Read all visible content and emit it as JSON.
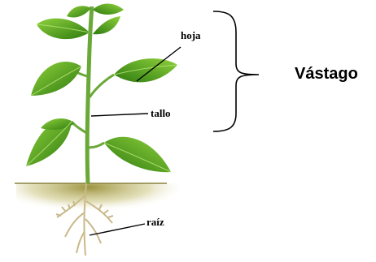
{
  "labels": {
    "leaf": "hoja",
    "stem": "tallo",
    "root": "raíz",
    "shoot": "Vástago"
  },
  "colors": {
    "leaf_dark": "#2f7a12",
    "leaf_light": "#7cc334",
    "stem": "#6aa838",
    "soil": "#b7ae5a",
    "root": "#c9b98a"
  }
}
